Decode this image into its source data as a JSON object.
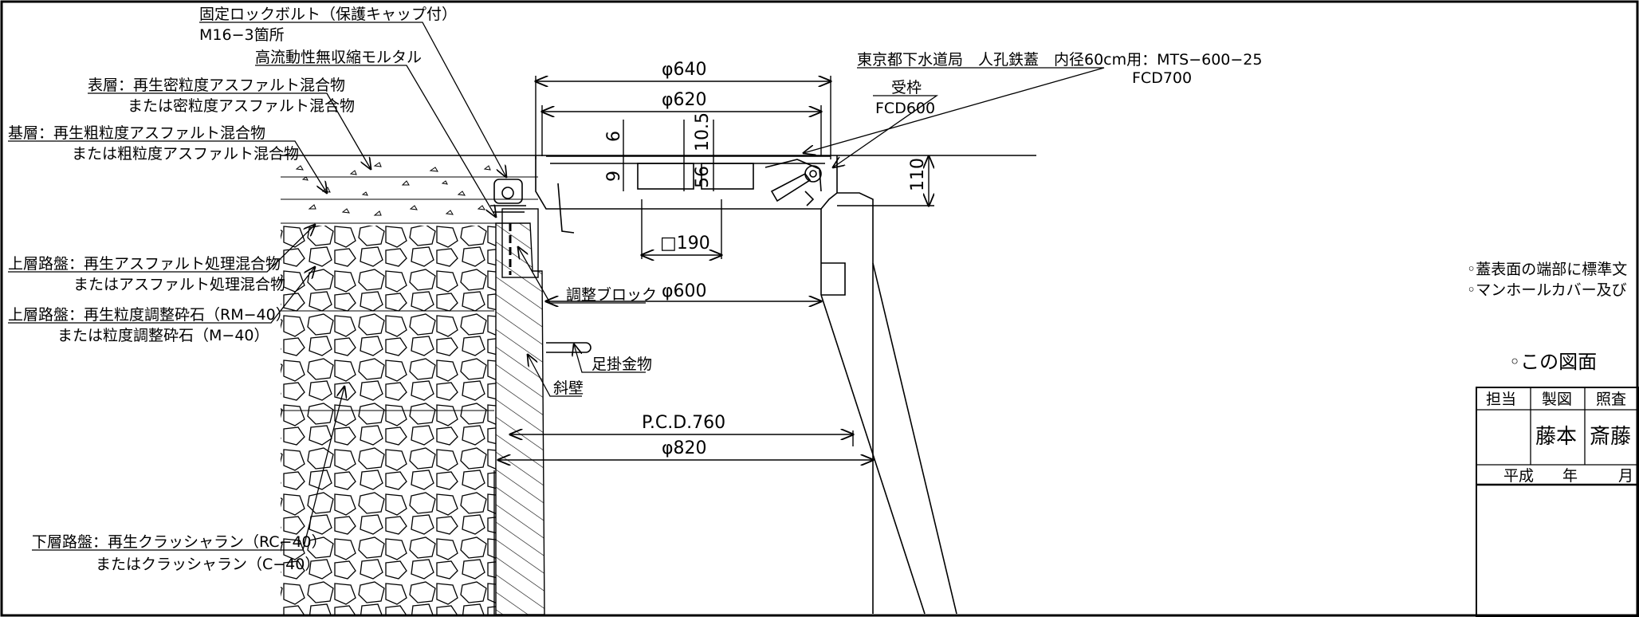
{
  "callouts": {
    "bolt_line1": "固定ロックボルト（保護キャップ付）",
    "bolt_line2": "M16−3箇所",
    "mortar": "高流動性無収縮モルタル",
    "surface_line1": "表層：再生密粒度アスファルト混合物",
    "surface_line2": "または密粒度アスファルト混合物",
    "base_line1": "基層：再生粗粒度アスファルト混合物",
    "base_line2": "または粗粒度アスファルト混合物",
    "upper_a_line1": "上層路盤：再生アスファルト処理混合物",
    "upper_a_line2": "またはアスファルト処理混合物",
    "upper_b_line1": "上層路盤：再生粒度調整砕石（RM−40）",
    "upper_b_line2": "または粒度調整砕石（M−40）",
    "lower_line1": "下層路盤：再生クラッシャラン（RC−40）",
    "lower_line2": "またはクラッシャラン（C−40）",
    "adjust_block": "調整ブロック",
    "step": "足掛金物",
    "slope_wall": "斜壁",
    "cover_line1": "東京都下水道局　人孔鉄蓋　内径60cm用：MTS−600−25",
    "cover_line2": "FCD700",
    "frame_line1": "受枠",
    "frame_line2": "FCD600"
  },
  "dimensions": {
    "d640": "φ640",
    "d620": "φ620",
    "d600": "φ600",
    "pcd": "P.C.D.760",
    "d820": "φ820",
    "sq190": "□190",
    "h110": "110",
    "h6": "6",
    "h9": "9",
    "h10_5": "10.5",
    "h56": "56"
  },
  "notes": {
    "note1": "◦蓋表面の端部に標準文",
    "note2": "◦マンホールカバー及び",
    "note3": "◦この図面"
  },
  "title_block": {
    "col1": "担当",
    "col2": "製図",
    "col3": "照査",
    "drafter": "藤本",
    "checker": "斎藤",
    "era": "平成",
    "year_unit": "年",
    "month_unit": "月"
  }
}
